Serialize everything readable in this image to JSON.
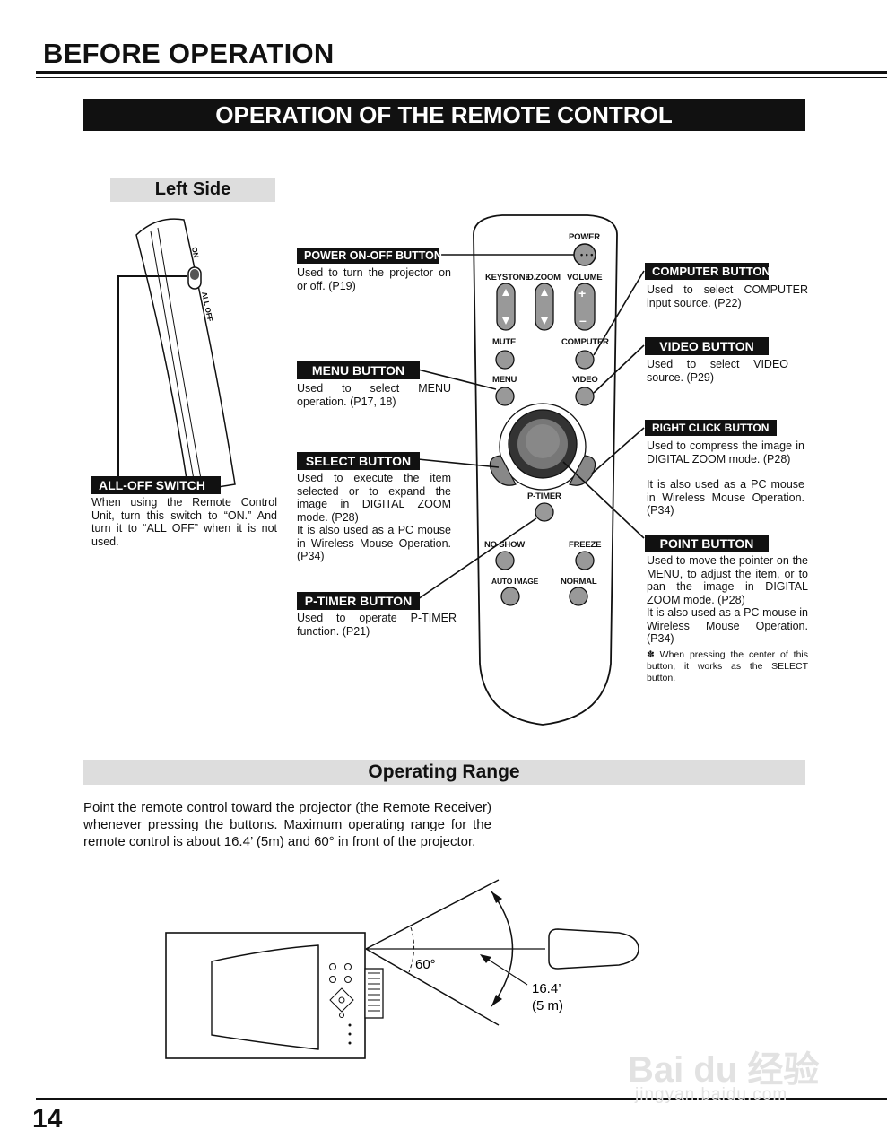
{
  "page": {
    "header": "BEFORE OPERATION",
    "section_title": "OPERATION OF THE REMOTE CONTROL",
    "page_number": "14",
    "watermark": {
      "brand": "Bai du 经验",
      "url": "jingyan.baidu.com"
    }
  },
  "left_side": {
    "title": "Left Side",
    "switch_on": "ON",
    "switch_off": "ALL OFF",
    "all_off": {
      "label": "ALL-OFF SWITCH",
      "desc": "When using the Remote Control Unit, turn this switch to “ON.” And turn it to “ALL OFF” when it is not used."
    }
  },
  "remote": {
    "labels": {
      "power": "POWER",
      "keystone": "KEYSTONE",
      "dzoom": "D.ZOOM",
      "volume": "VOLUME",
      "mute": "MUTE",
      "computer": "COMPUTER",
      "menu": "MENU",
      "video": "VIDEO",
      "ptimer": "P-TIMER",
      "noshow": "NO SHOW",
      "freeze": "FREEZE",
      "autoimage": "AUTO IMAGE",
      "normal": "NORMAL"
    }
  },
  "callouts": {
    "power": {
      "label": "POWER ON-OFF BUTTON",
      "desc": "Used to turn the projector on or off. (P19)"
    },
    "menu": {
      "label": "MENU BUTTON",
      "desc": "Used to select MENU operation. (P17, 18)"
    },
    "select": {
      "label": "SELECT BUTTON",
      "desc": "Used to execute the item selected or to expand the image in DIGITAL ZOOM mode. (P28)",
      "desc2": "It is also used as a PC mouse in Wireless Mouse Operation. (P34)"
    },
    "ptimer": {
      "label": "P-TIMER BUTTON",
      "desc": "Used to operate P-TIMER function. (P21)"
    },
    "computer": {
      "label": "COMPUTER BUTTON",
      "desc": "Used to select COMPUTER input source. (P22)"
    },
    "video": {
      "label": "VIDEO BUTTON",
      "desc": "Used to select VIDEO source. (P29)"
    },
    "rightclick": {
      "label": "RIGHT CLICK BUTTON",
      "desc": "Used to compress the image in DIGITAL ZOOM mode. (P28)",
      "desc2": "It is also used as a PC mouse in Wireless Mouse Operation. (P34)"
    },
    "point": {
      "label": "POINT BUTTON",
      "desc": "Used to move the pointer on the MENU, to adjust the item, or to pan the image in DIGITAL ZOOM mode. (P28)",
      "desc2": "It is also used as a PC mouse in Wireless Mouse Operation. (P34)",
      "note": "✽ When pressing the center of this button, it works as the SELECT button."
    }
  },
  "operating_range": {
    "title": "Operating Range",
    "text": "Point the remote control toward the projector (the Remote Receiver) whenever pressing the buttons. Maximum operating range for the remote control is about 16.4’ (5m) and 60° in front of the projector.",
    "angle": "60°",
    "distance_ft": "16.4’",
    "distance_m": "(5 m)"
  }
}
